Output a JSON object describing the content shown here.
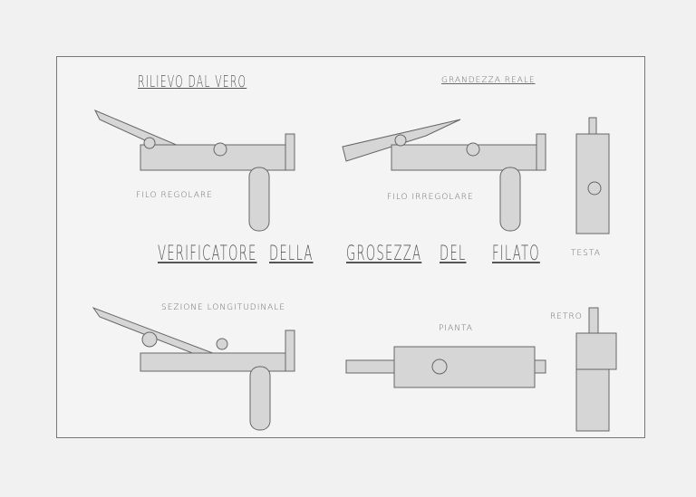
{
  "header": {
    "left": "RILIEVO DAL VERO",
    "right": "GRANDEZZA REALE"
  },
  "views": {
    "regular": "FILO REGOLARE",
    "irregular": "FILO IRREGOLARE",
    "head": "TESTA",
    "section": "SEZIONE LONGITUDINALE",
    "plan": "PIANTA",
    "back": "RETRO"
  },
  "title_words": [
    "VERIFICATORE",
    "DELLA",
    "GROSEZZA",
    "DEL",
    "FILATO"
  ]
}
